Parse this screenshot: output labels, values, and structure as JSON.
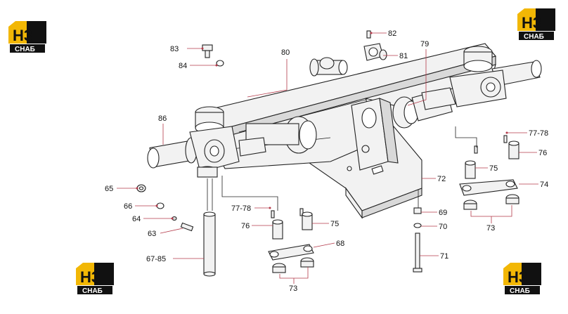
{
  "brand": {
    "mark": "H3",
    "name": "CHAБ",
    "yellow": "#f2b705",
    "dark": "#111111"
  },
  "leader_color": "#b43a4a",
  "labels": {
    "p83": "83",
    "p84": "84",
    "p80": "80",
    "p82": "82",
    "p81": "81",
    "p79": "79",
    "p86": "86",
    "p77_78_right": "77-78",
    "p76_right": "76",
    "p75_right": "75",
    "p74": "74",
    "p73_right": "73",
    "p72": "72",
    "p65": "65",
    "p66": "66",
    "p64": "64",
    "p63": "63",
    "p67_85": "67-85",
    "p77_78_left": "77-78",
    "p76_left": "76",
    "p75_left": "75",
    "p68": "68",
    "p73_left": "73",
    "p69": "69",
    "p70": "70",
    "p71": "71"
  }
}
